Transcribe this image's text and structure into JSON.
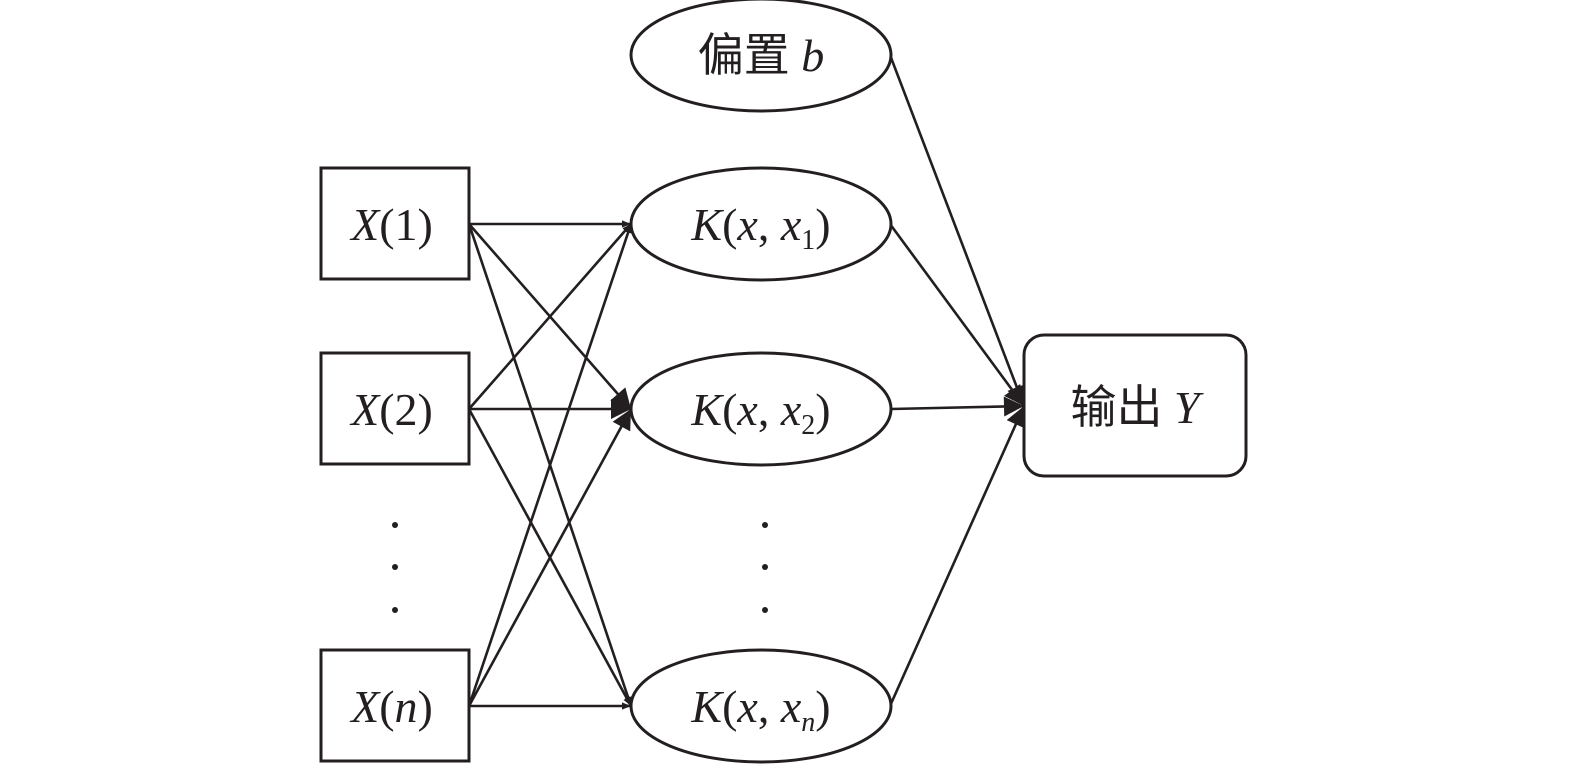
{
  "diagram": {
    "type": "kernel-network",
    "colors": {
      "stroke": "#231f20",
      "background": "#ffffff"
    },
    "bias": {
      "zh": "偏置",
      "var": "b"
    },
    "inputs": [
      {
        "id": "x1",
        "name": "X",
        "arg": "1",
        "arg_italic": false
      },
      {
        "id": "x2",
        "name": "X",
        "arg": "2",
        "arg_italic": false
      },
      {
        "id": "xn",
        "name": "X",
        "arg": "n",
        "arg_italic": true
      }
    ],
    "input_ellipsis": "⋮",
    "kernels": [
      {
        "id": "k1",
        "func": "K",
        "var": "x",
        "sample": "x",
        "sub": "1",
        "sub_italic": false
      },
      {
        "id": "k2",
        "func": "K",
        "var": "x",
        "sample": "x",
        "sub": "2",
        "sub_italic": false
      },
      {
        "id": "kn",
        "func": "K",
        "var": "x",
        "sample": "x",
        "sub": "n",
        "sub_italic": true
      }
    ],
    "kernel_ellipsis": "⋮",
    "output": {
      "zh": "输出",
      "var": "Y"
    },
    "edges": [
      {
        "from": "x1",
        "to": "k1"
      },
      {
        "from": "x1",
        "to": "k2"
      },
      {
        "from": "x1",
        "to": "kn"
      },
      {
        "from": "x2",
        "to": "k1"
      },
      {
        "from": "x2",
        "to": "k2"
      },
      {
        "from": "x2",
        "to": "kn"
      },
      {
        "from": "xn",
        "to": "k1"
      },
      {
        "from": "xn",
        "to": "k2"
      },
      {
        "from": "xn",
        "to": "kn"
      },
      {
        "from": "bias",
        "to": "output"
      },
      {
        "from": "k1",
        "to": "output"
      },
      {
        "from": "k2",
        "to": "output"
      },
      {
        "from": "kn",
        "to": "output"
      }
    ]
  }
}
